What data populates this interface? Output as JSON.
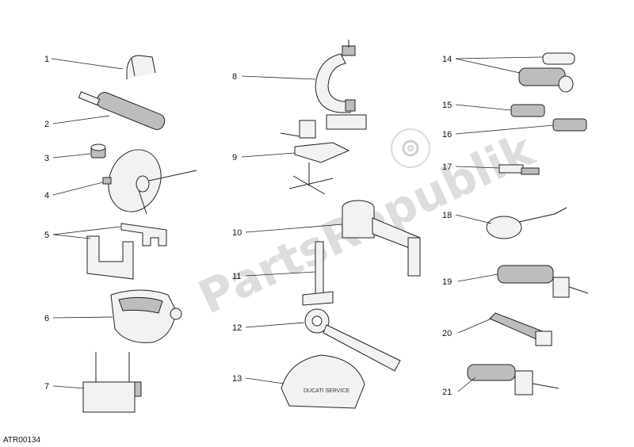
{
  "diagram": {
    "code": "ATR00134",
    "watermark": "PartsRepublik",
    "cover_text": "DUCATI SERVICE",
    "callouts": [
      {
        "id": "1",
        "label": "1"
      },
      {
        "id": "2",
        "label": "2"
      },
      {
        "id": "3",
        "label": "3"
      },
      {
        "id": "4",
        "label": "4"
      },
      {
        "id": "5",
        "label": "5"
      },
      {
        "id": "6",
        "label": "6"
      },
      {
        "id": "7",
        "label": "7"
      },
      {
        "id": "8",
        "label": "8"
      },
      {
        "id": "9",
        "label": "9"
      },
      {
        "id": "10",
        "label": "10"
      },
      {
        "id": "11",
        "label": "11"
      },
      {
        "id": "12",
        "label": "12"
      },
      {
        "id": "13",
        "label": "13"
      },
      {
        "id": "14",
        "label": "14"
      },
      {
        "id": "15",
        "label": "15"
      },
      {
        "id": "16",
        "label": "16"
      },
      {
        "id": "17",
        "label": "17"
      },
      {
        "id": "18",
        "label": "18"
      },
      {
        "id": "19",
        "label": "19"
      },
      {
        "id": "20",
        "label": "20"
      },
      {
        "id": "21",
        "label": "21"
      }
    ]
  }
}
